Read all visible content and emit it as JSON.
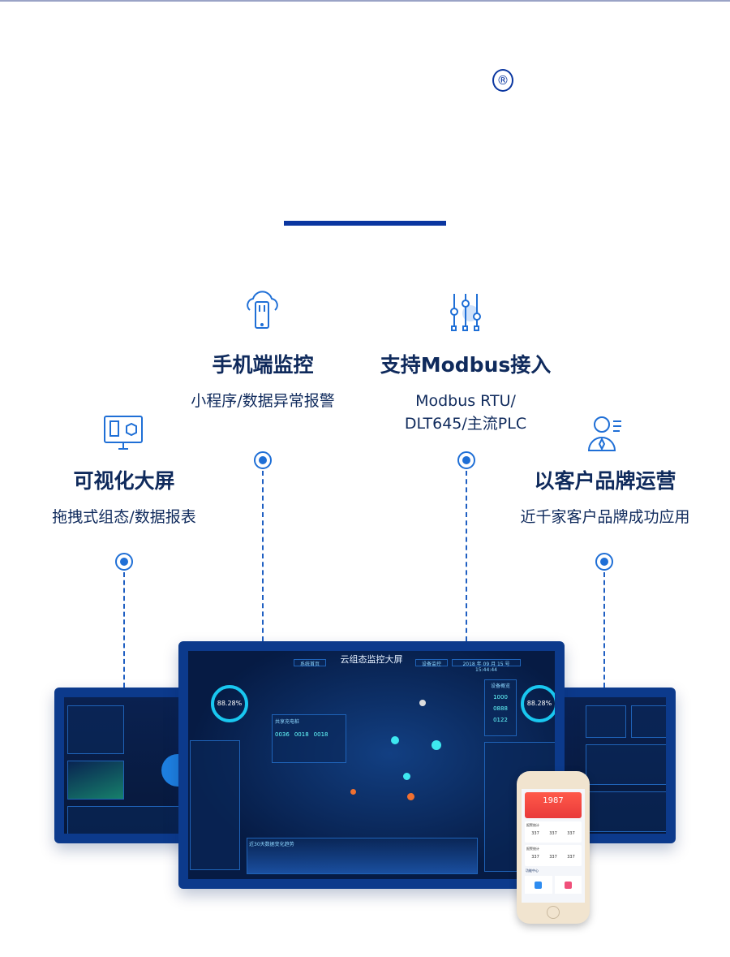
{
  "header": {
    "registered_mark": "®"
  },
  "features": [
    {
      "title": "手机端监控",
      "subtitle": "小程序/数据异常报警",
      "icon": "cloud-phone-icon"
    },
    {
      "title": "支持Modbus接入",
      "subtitle_line1": "Modbus RTU/",
      "subtitle_line2": "DLT645/主流PLC",
      "icon": "sliders-icon"
    },
    {
      "title": "可视化大屏",
      "subtitle": "拖拽式组态/数据报表",
      "icon": "monitor-dashboard-icon"
    },
    {
      "title": "以客户品牌运营",
      "subtitle": "近千家客户品牌成功应用",
      "icon": "user-brand-icon"
    }
  ],
  "colors": {
    "accent": "#0a36a0",
    "text": "#0f2a5c",
    "icon": "#1f6fd6",
    "screen": "#0c3a8c"
  },
  "dashboard": {
    "title": "云组态监控大屏",
    "nav_left": "系统首页",
    "nav_right": "设备监控",
    "date": "2018 年 09 月 15 号 15:44:44",
    "gauge_value": "88.28%",
    "alarm_panel_title": "共享充电桩",
    "alarm_counts": [
      "0036",
      "0018",
      "0018"
    ],
    "device_panel_title": "设备概览",
    "device_counts": [
      "1000",
      "0888",
      "0122"
    ],
    "chart_title": "近30天数据变化趋势"
  },
  "phone": {
    "headline": "1987",
    "section1": "报警统计",
    "section2": "报警统计",
    "values": [
      "337",
      "337",
      "337"
    ],
    "section3": "功能中心"
  }
}
